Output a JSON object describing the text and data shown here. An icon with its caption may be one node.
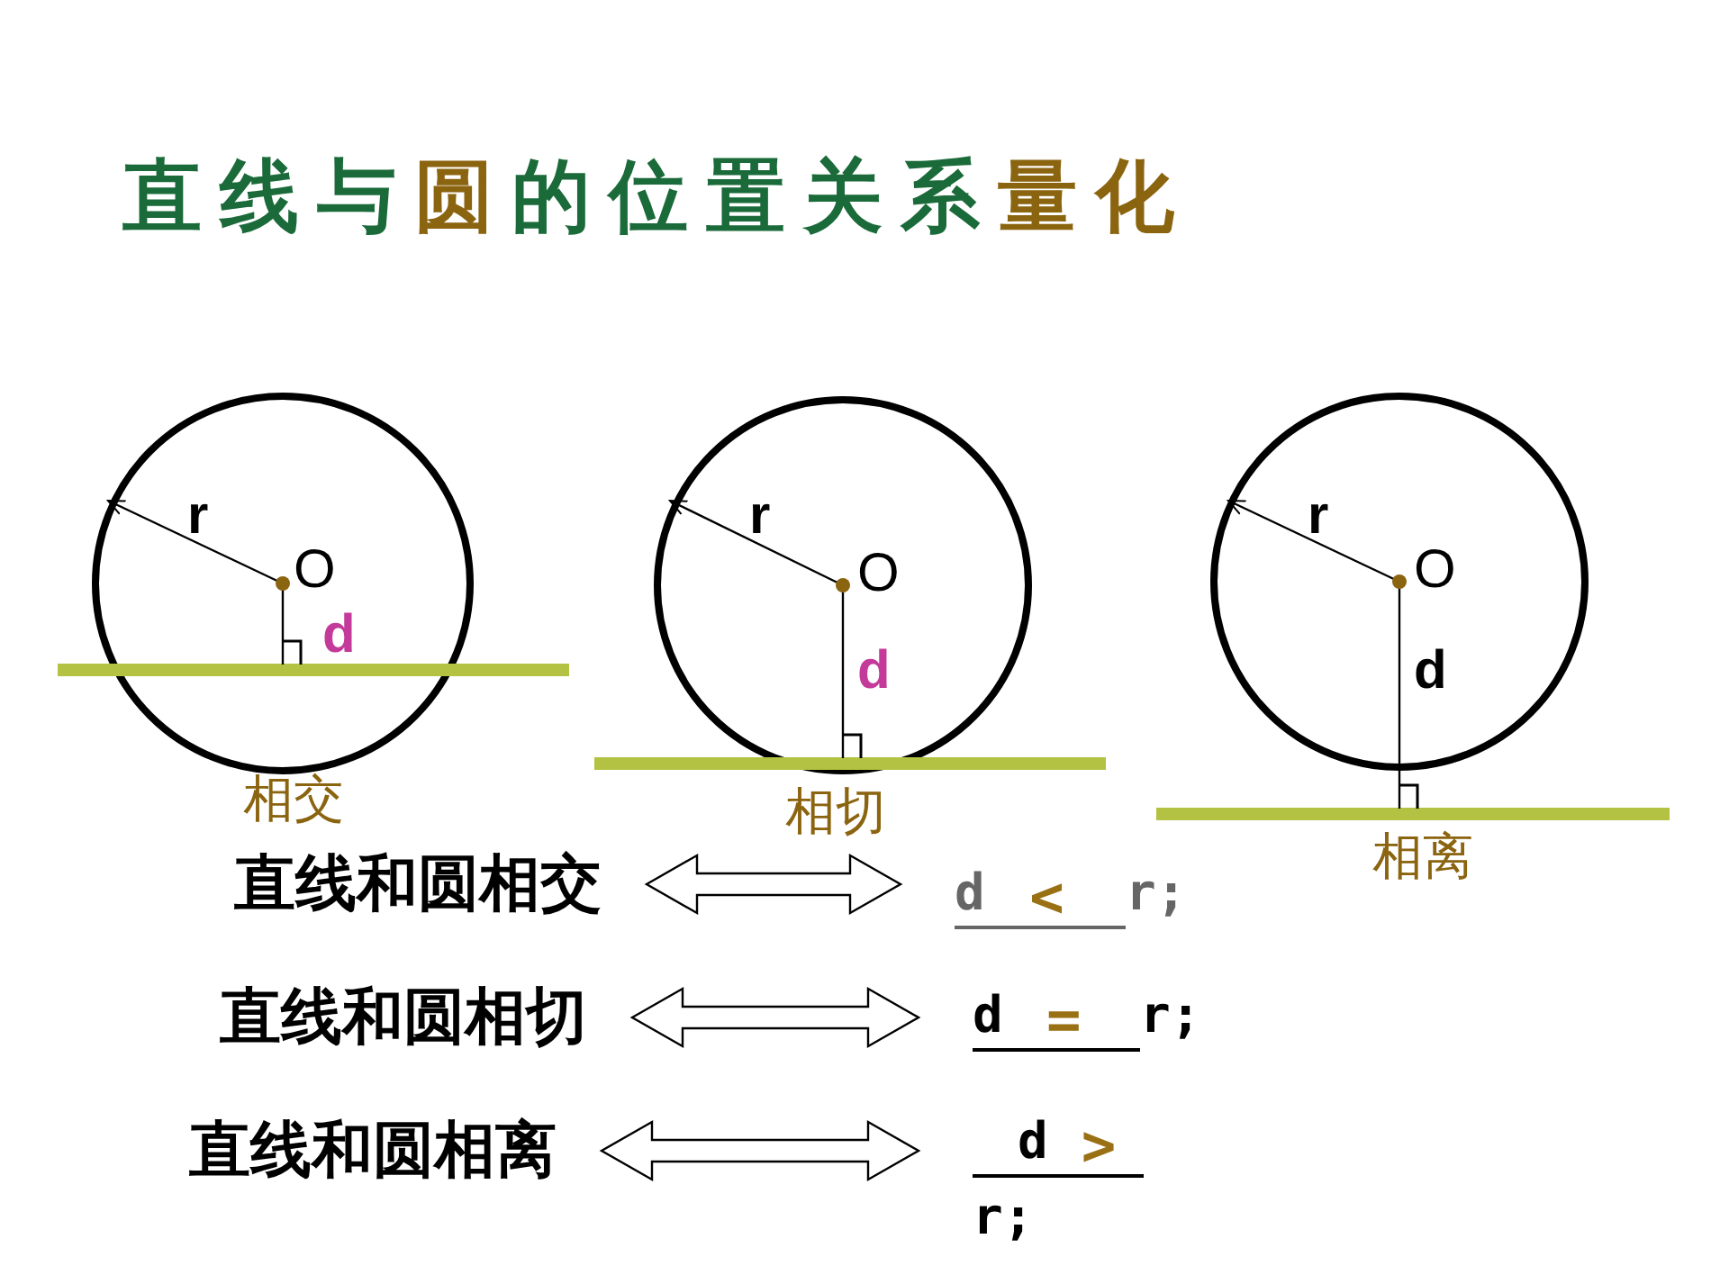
{
  "diagram": {
    "title": "直线与圆的位置关系量化",
    "nodes": [
      {
        "text": [
          "直线和圆相交"
        ]
      },
      {
        "text": [
          "d",
          "<",
          "r;"
        ]
      },
      {
        "text": [
          "直线和圆相切"
        ]
      },
      {
        "text": [
          "d",
          "=",
          "r;"
        ]
      },
      {
        "text": [
          "直线和圆相离"
        ]
      },
      {
        "text": [
          "d",
          ">",
          "r;"
        ]
      }
    ],
    "edges": [
      {
        "from": 0,
        "to": 1,
        "arrow": "both"
      },
      {
        "from": 2,
        "to": 3,
        "arrow": "both"
      },
      {
        "from": 4,
        "to": 5,
        "arrow": "both"
      }
    ],
    "labels": [
      "r",
      "O",
      "d",
      "r",
      "O",
      "d",
      "r",
      "O",
      "d",
      "相交",
      "相切",
      "相离"
    ]
  }
}
